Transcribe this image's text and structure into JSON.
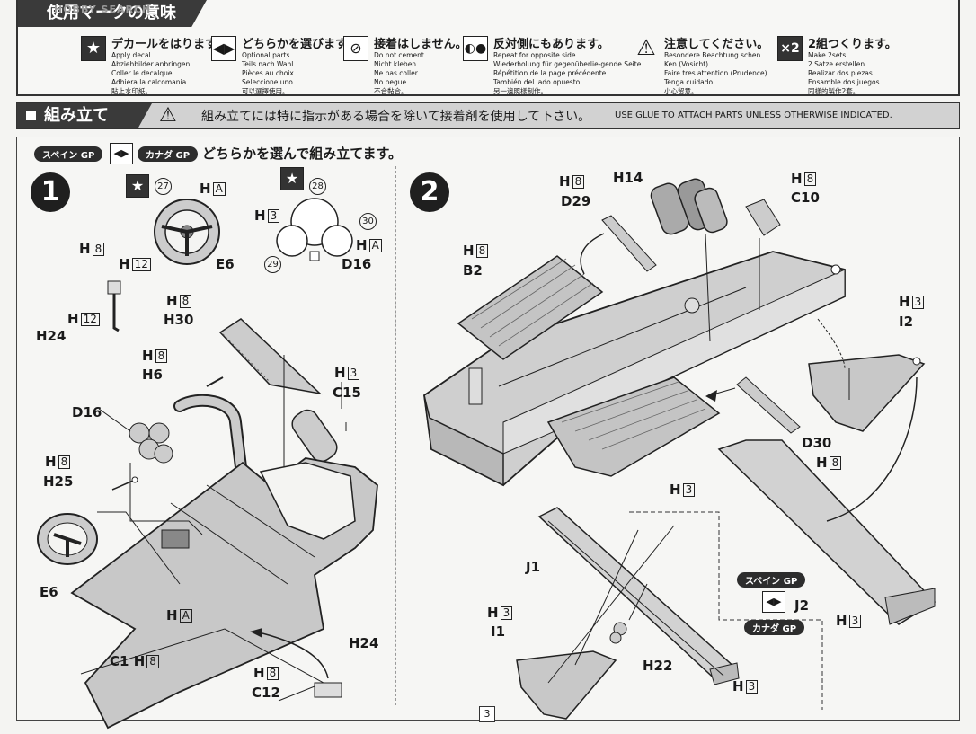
{
  "legend": {
    "title": "使用マークの意味",
    "watermark": "HOBBY SEARCH",
    "items": [
      {
        "icon": "decal-star-icon",
        "head": "デカールをはります。",
        "sub": "Apply decal.\nAbziehbilder anbringen.\nColler le decalque.\nAdhiera la calcomania.\n貼上水印紙。"
      },
      {
        "icon": "choice-arrows-icon",
        "head": "どちらかを選びます。",
        "sub": "Optional parts.\nTeils nach Wahl.\nPièces au choix.\nSeleccione uno.\n可以選擇使用。"
      },
      {
        "icon": "no-glue-icon",
        "head": "接着はしません。",
        "sub": "Do not cement.\nNicht kleben.\nNe pas coller.\nNo pegue.\n不合黏合。"
      },
      {
        "icon": "opposite-side-icon",
        "head": "反対側にもあります。",
        "sub": "Repeat for opposite side.\nWiederholung für gegenüberlie-gende Seite.\nRépétition de la page précédente.\nTambién del lado opuesto.\n另一邊照樣制作。"
      },
      {
        "icon": "caution-icon",
        "head": "注意してください。",
        "sub": "Besondere Beachtung schen\nKen (Vosicht)\nFaire tres attention (Prudence)\nTenga cuidado\n小心留意。"
      },
      {
        "icon": "make-two-icon",
        "head": "2組つくります。",
        "sub": "Make 2sets.\n2 Satze erstellen.\nRealizar dos piezas.\nEnsamble dos juegos.\n同樣的製作2套。"
      }
    ]
  },
  "assembly": {
    "title": "組み立て",
    "note": "組み立てには特に指示がある場合を除いて接着剤を使用して下さい。",
    "note_en": "USE GLUE TO ATTACH PARTS UNLESS OTHERWISE INDICATED."
  },
  "choice": {
    "a": "スペイン GP",
    "b": "カナダ GP",
    "text": "どちらかを選んで組み立てます。"
  },
  "step1": {
    "number": "1",
    "decal_a": "27",
    "decal_b": "28",
    "decal_c": "29",
    "decal_d": "30",
    "labels": {
      "h_a1": "H",
      "h_a1_box": "A",
      "e6_top": "E6",
      "h12_box": "12",
      "h3_box": "3",
      "ha2_box": "A",
      "d16_top": "D16",
      "h8_box": "8",
      "h12b_box": "12",
      "h24": "H24",
      "h30": "H30",
      "h6": "H6",
      "c15": "C15",
      "d16": "D16",
      "h25": "H25",
      "e6": "E6",
      "ha3_box": "A",
      "c1": "C1",
      "h24b": "H24",
      "c12": "C12",
      "h": "H"
    }
  },
  "step2": {
    "number": "2",
    "labels": {
      "h14": "H14",
      "d29": "D29",
      "c10": "C10",
      "b2": "B2",
      "i2": "I2",
      "d30": "D30",
      "j1": "J1",
      "j2": "J2",
      "i1": "I1",
      "h22": "H22",
      "h": "H",
      "b8": "8",
      "b3": "3"
    },
    "gp_spain": "スペイン GP",
    "gp_canada": "カナダ GP"
  },
  "page_number": "3"
}
